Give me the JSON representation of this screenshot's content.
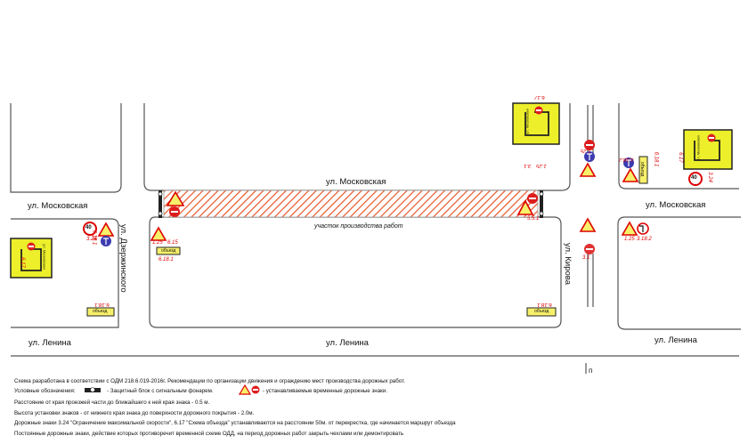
{
  "streets": {
    "moskovskaya_left": "ул. Московская",
    "moskovskaya_center": "ул. Московская",
    "moskovskaya_right": "ул. Московская",
    "lenina_left": "ул. Ленина",
    "lenina_center": "ул. Ленина",
    "lenina_right": "ул. Ленина",
    "dzerzhinskogo": "ул. Дзержинского",
    "kirova": "ул. Кирова"
  },
  "work_zone": {
    "label": "участок производства работ",
    "hatch_color": "#e8562a"
  },
  "sign_codes": {
    "c1": "6.17",
    "c2": "6.17",
    "c3": "6.17",
    "c4": "3.24",
    "c5": "3.24",
    "c6": "1.25",
    "c7": "6.15",
    "c8": "6.18.1",
    "c9": "6.18.1",
    "c10": "6.18.1",
    "c11": "3.1",
    "c12": "1.25",
    "c13": "1.25",
    "c14": "3.18.2",
    "c15": "6.18.1",
    "c16": "6.18.1",
    "c17": "1.25",
    "c18": "3.18.2",
    "c19": "5.5.1",
    "c20": "3.1"
  },
  "speed_limit": "40",
  "detour_text": "объезд",
  "scheme_text": "ул. Московская",
  "notes": {
    "n1": "Схема разработана в соответствии с ОДМ 218.6.019-2016г. Рекомендации по организации движения и ограждению мест производства дорожных работ.",
    "legend_prefix": "Условные обозначения:",
    "legend_barrier": "- Защитный блок с сигнальным фонарем.",
    "legend_signs": "- устанавливаемые временные дорожные знаки.",
    "n2": "Расстояние от края проезжей части до ближайшего к ней края знака - 0.5 м.",
    "n3": "Высота установки знаков -  от нижнего края знака до поверхности дорожного покрытия - 2.0м.",
    "n4": "Дорожные знаки 3.24 \"Ограничение максимальной скорости\", 6.17 \"Схема объезда\" устанавливаются на расстоянии 50м. от перекрестка, где начинается маршрут объезда",
    "n5": "Постоянные дорожные знаки, действие которых противоречит временной схеме ОДД, на период дорожных работ закрыть чехлами или демонтировать"
  },
  "small_letter": "п",
  "colors": {
    "work_yellow": "#ecef2a",
    "sign_red": "#dd1d1d",
    "sign_blue": "#3b3bb0",
    "line": "#444444"
  }
}
